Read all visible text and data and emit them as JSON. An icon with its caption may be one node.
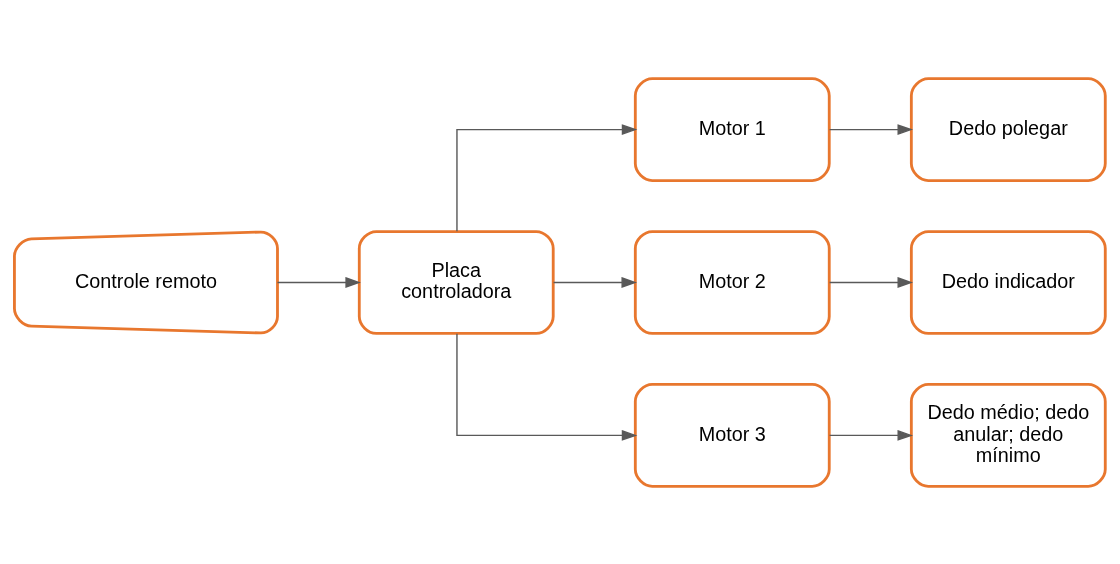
{
  "diagram": {
    "nodes": [
      {
        "text": [
          "Controle remoto"
        ]
      },
      {
        "text": [
          "Placa controladora"
        ]
      },
      {
        "text": [
          "Motor 1"
        ]
      },
      {
        "text": [
          "Dedo polegar"
        ]
      },
      {
        "text": [
          "Motor 2"
        ]
      },
      {
        "text": [
          "Dedo indicador"
        ]
      },
      {
        "text": [
          "Motor 3"
        ]
      },
      {
        "text": [
          "Dedo médio; dedo anular; dedo mínimo"
        ]
      }
    ],
    "edges": [
      {
        "from": 0,
        "to": 1,
        "arrow": "to"
      },
      {
        "from": 1,
        "to": 2,
        "arrow": "to"
      },
      {
        "from": 1,
        "to": 4,
        "arrow": "to"
      },
      {
        "from": 1,
        "to": 6,
        "arrow": "to"
      },
      {
        "from": 2,
        "to": 3,
        "arrow": "to"
      },
      {
        "from": 4,
        "to": 5,
        "arrow": "to"
      },
      {
        "from": 6,
        "to": 7,
        "arrow": "to"
      }
    ]
  }
}
